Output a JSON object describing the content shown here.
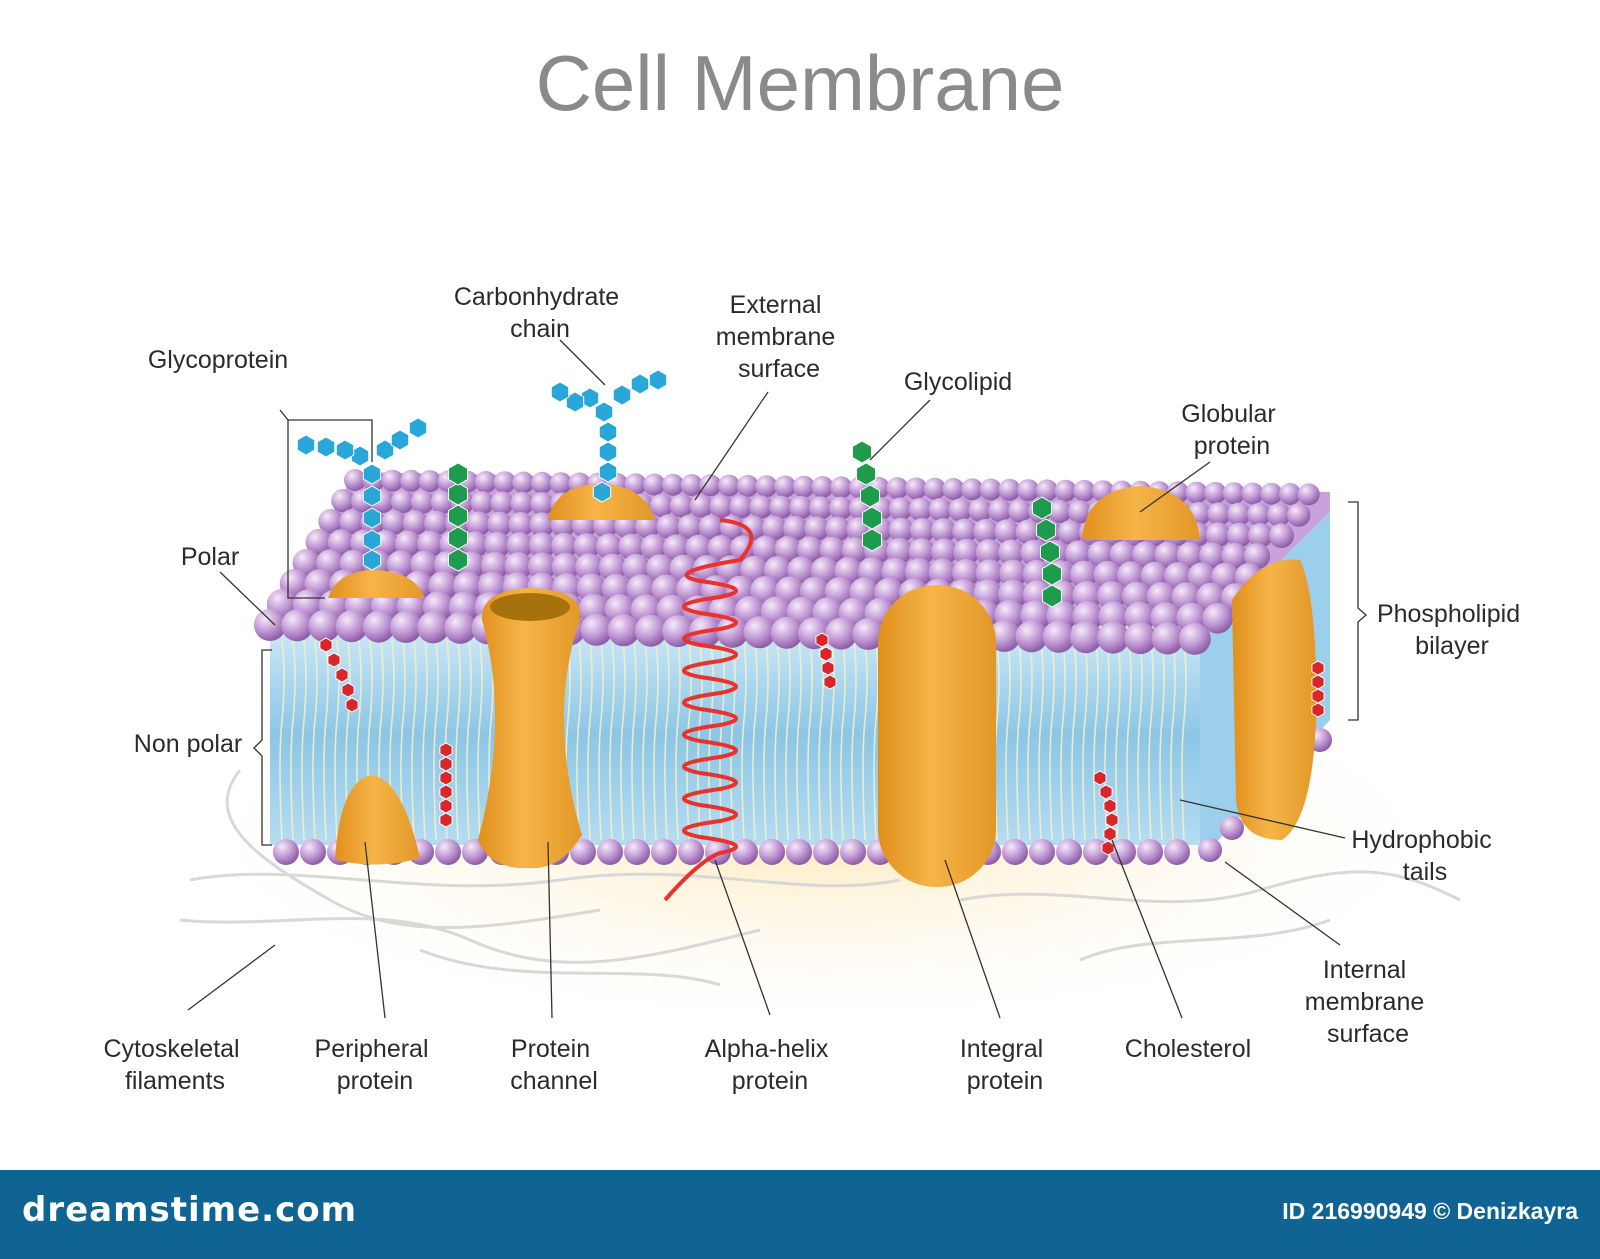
{
  "title": "Cell Membrane",
  "labels": {
    "glycoprotein": "Glycoprotein",
    "carbohydrate_chain": [
      "Carbonhydrate",
      "chain"
    ],
    "external_surface": [
      "External",
      "membrane",
      "surface"
    ],
    "glycolipid": "Glycolipid",
    "globular_protein": [
      "Globular",
      "protein"
    ],
    "polar": "Polar",
    "non_polar": "Non polar",
    "phospholipid_bilayer": [
      "Phospholipid",
      "bilayer"
    ],
    "hydrophobic_tails": [
      "Hydrophobic",
      "tails"
    ],
    "internal_surface": [
      "Internal",
      "membrane",
      "surface"
    ],
    "cytoskeletal_filaments": [
      "Cytoskeletal",
      "filaments"
    ],
    "peripheral_protein": [
      "Peripheral",
      "protein"
    ],
    "protein_channel": [
      "Protein",
      "channel"
    ],
    "alpha_helix_protein": [
      "Alpha-helix",
      "protein"
    ],
    "integral_protein": [
      "Integral",
      "protein"
    ],
    "cholesterol": "Cholesterol"
  },
  "colors": {
    "phospholipid_head": "#b489c9",
    "bilayer": "#a9d6ee",
    "protein": "#f0a93a",
    "alpha_helix": "#e8322b",
    "carbohydrate": "#2aa7d9",
    "glycolipid": "#1e9b4d",
    "cholesterol": "#d8262b",
    "footer": "#0f6494"
  },
  "footer": {
    "brand": "dreamstime.com",
    "credit": "ID 216990949 © Denizkayra"
  }
}
